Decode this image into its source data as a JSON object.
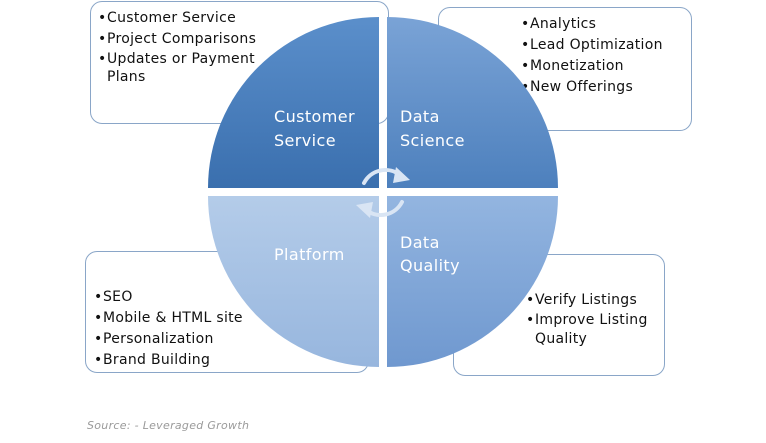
{
  "wheel": {
    "quadrants": [
      {
        "id": "customer-service",
        "lines": [
          "Customer",
          "Service"
        ],
        "color": "#3f77b8"
      },
      {
        "id": "data-science",
        "lines": [
          "Data",
          "Science"
        ],
        "color": "#5186c3"
      },
      {
        "id": "platform",
        "lines": [
          "Platform"
        ],
        "color": "#a8c2e3"
      },
      {
        "id": "data-quality",
        "lines": [
          "Data",
          "Quality"
        ],
        "color": "#7aa0d1"
      }
    ],
    "center_icon": "cycle-arrows-icon"
  },
  "boxes": {
    "customer_service": {
      "items": [
        "Customer Service",
        "Project Comparisons",
        "Updates or Payment Plans"
      ]
    },
    "data_science": {
      "items": [
        "Analytics",
        "Lead Optimization",
        "Monetization",
        "New Offerings"
      ]
    },
    "platform": {
      "items": [
        "SEO",
        "Mobile & HTML site",
        "Personalization",
        "Brand Building"
      ]
    },
    "data_quality": {
      "items": [
        "Verify Listings",
        "Improve Listing Quality"
      ]
    }
  },
  "bullet": "•",
  "source": "Source: - Leveraged Growth"
}
